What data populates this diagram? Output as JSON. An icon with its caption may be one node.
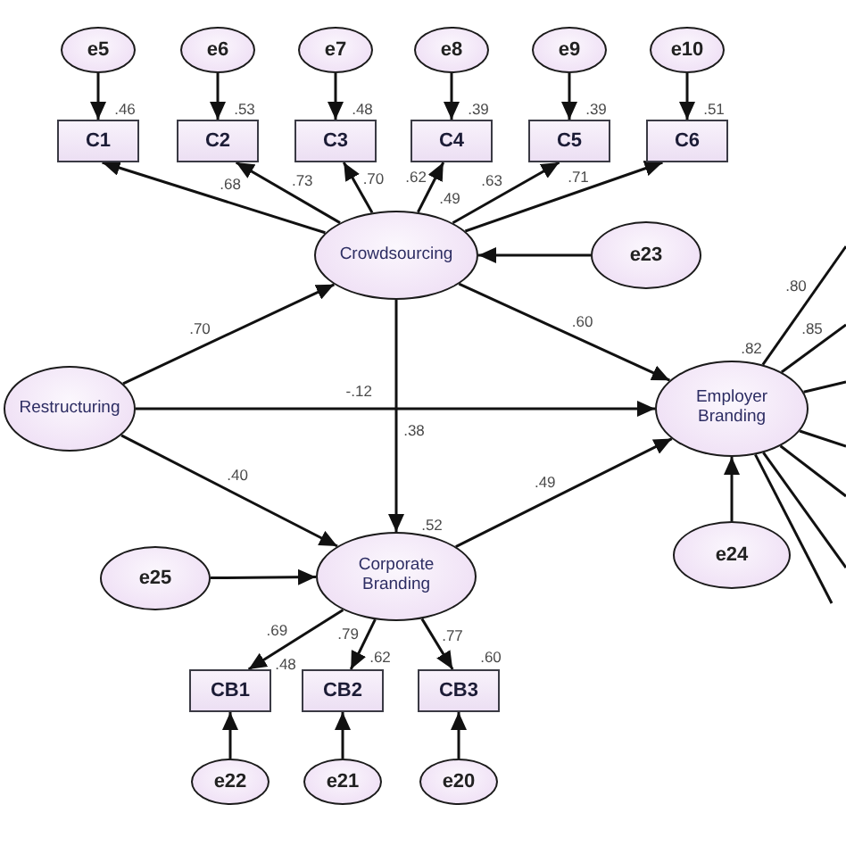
{
  "diagram": {
    "nodes": [
      {
        "text": [
          "e5"
        ]
      },
      {
        "text": [
          "e6"
        ]
      },
      {
        "text": [
          "e7"
        ]
      },
      {
        "text": [
          "e8"
        ]
      },
      {
        "text": [
          "e9"
        ]
      },
      {
        "text": [
          "e10"
        ]
      },
      {
        "text": [
          "C1"
        ],
        "beside": [
          ".46"
        ]
      },
      {
        "text": [
          "C2"
        ],
        "beside": [
          ".53"
        ]
      },
      {
        "text": [
          "C3"
        ],
        "beside": [
          ".48"
        ]
      },
      {
        "text": [
          "C4"
        ],
        "beside": [
          ".39"
        ]
      },
      {
        "text": [
          "C5"
        ],
        "beside": [
          ".39"
        ]
      },
      {
        "text": [
          "C6"
        ],
        "beside": [
          ".51"
        ]
      },
      {
        "text": [
          "Crowdsourcing"
        ],
        "beside": [
          ".49"
        ]
      },
      {
        "text": [
          "e23"
        ]
      },
      {
        "text": [
          "Restructuring"
        ]
      },
      {
        "text": [
          "Employer Branding"
        ],
        "beside": [
          ".82"
        ]
      },
      {
        "text": [
          "e25"
        ]
      },
      {
        "text": [
          "Corporate Branding"
        ],
        "beside": [
          ".52"
        ]
      },
      {
        "text": [
          "e24"
        ]
      },
      {
        "text": [
          "CB1"
        ],
        "beside": [
          ".48"
        ]
      },
      {
        "text": [
          "CB2"
        ],
        "beside": [
          ".62"
        ]
      },
      {
        "text": [
          "CB3"
        ],
        "beside": [
          ".60"
        ]
      },
      {
        "text": [
          "e22"
        ]
      },
      {
        "text": [
          "e21"
        ]
      },
      {
        "text": [
          "e20"
        ]
      }
    ],
    "edges": [
      {
        "from": 0,
        "to": 6,
        "arrow": "to"
      },
      {
        "from": 1,
        "to": 7,
        "arrow": "to"
      },
      {
        "from": 2,
        "to": 8,
        "arrow": "to"
      },
      {
        "from": 3,
        "to": 9,
        "arrow": "to"
      },
      {
        "from": 4,
        "to": 10,
        "arrow": "to"
      },
      {
        "from": 5,
        "to": 11,
        "arrow": "to"
      },
      {
        "from": 12,
        "to": 6,
        "arrow": "to",
        "label": ".68"
      },
      {
        "from": 12,
        "to": 7,
        "arrow": "to",
        "label": ".73"
      },
      {
        "from": 12,
        "to": 8,
        "arrow": "to",
        "label": ".70"
      },
      {
        "from": 12,
        "to": 9,
        "arrow": "to",
        "label": ".62"
      },
      {
        "from": 12,
        "to": 10,
        "arrow": "to",
        "label": ".63"
      },
      {
        "from": 12,
        "to": 11,
        "arrow": "to",
        "label": ".71"
      },
      {
        "from": 13,
        "to": 12,
        "arrow": "to"
      },
      {
        "from": 14,
        "to": 12,
        "arrow": "to",
        "label": ".70"
      },
      {
        "from": 14,
        "to": 15,
        "arrow": "to",
        "label": "-.12"
      },
      {
        "from": 12,
        "to": 17,
        "arrow": "to",
        "label": ".38"
      },
      {
        "from": 12,
        "to": 15,
        "arrow": "to",
        "label": ".60"
      },
      {
        "from": 14,
        "to": 17,
        "arrow": "to",
        "label": ".40"
      },
      {
        "from": 16,
        "to": 17,
        "arrow": "to"
      },
      {
        "from": 17,
        "to": 15,
        "arrow": "to",
        "label": ".49"
      },
      {
        "from": 18,
        "to": 15,
        "arrow": "to"
      },
      {
        "from": 17,
        "to": 19,
        "arrow": "to",
        "label": ".69"
      },
      {
        "from": 17,
        "to": 20,
        "arrow": "to",
        "label": ".79"
      },
      {
        "from": 17,
        "to": 21,
        "arrow": "to",
        "label": ".77"
      },
      {
        "from": 22,
        "to": 19,
        "arrow": "to"
      },
      {
        "from": 23,
        "to": 20,
        "arrow": "to"
      },
      {
        "from": 24,
        "to": 21,
        "arrow": "to"
      },
      {
        "from": 15,
        "to": null,
        "arrow": "none",
        "label": ".80"
      },
      {
        "from": 15,
        "to": null,
        "arrow": "none",
        "label": ".85"
      },
      {
        "from": 15,
        "to": null,
        "arrow": "none"
      },
      {
        "from": 15,
        "to": null,
        "arrow": "none"
      },
      {
        "from": 15,
        "to": null,
        "arrow": "none"
      },
      {
        "from": 15,
        "to": null,
        "arrow": "none"
      },
      {
        "from": 15,
        "to": null,
        "arrow": "none"
      }
    ]
  }
}
